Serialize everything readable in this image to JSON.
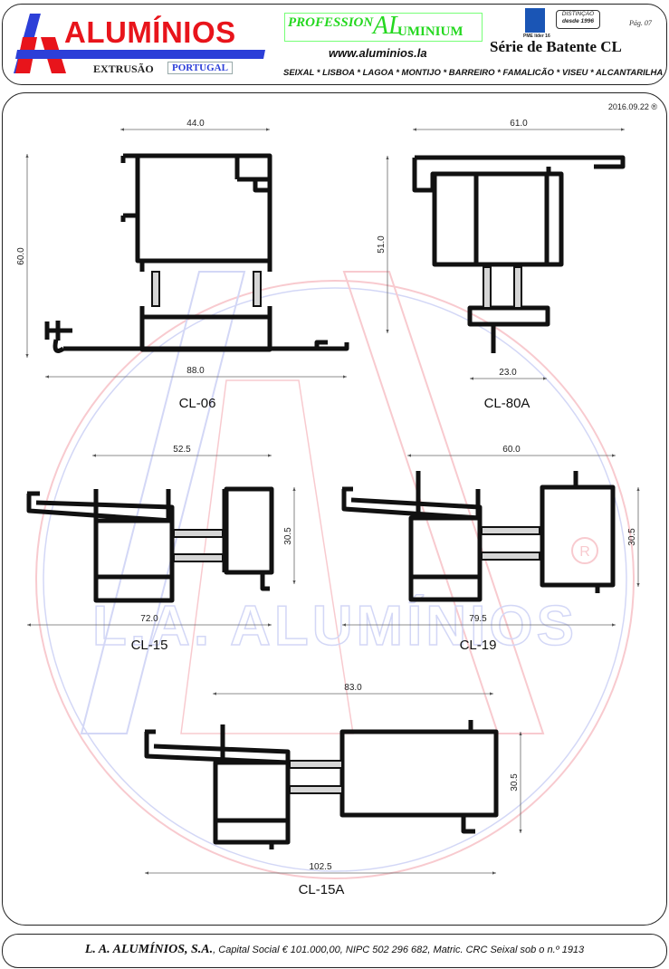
{
  "header": {
    "logo_word": "ALUMÍNIOS",
    "extrusao": "EXTRUSÃO",
    "portugal": "PORTUGAL",
    "profession_part1": "PROFESSION",
    "profession_part2": "AL",
    "profession_part3": "UMINIUM",
    "website": "www.aluminios.la",
    "series_title": "Série de Batente CL",
    "page": "Pág. 07",
    "pme_label": "PME líder 16",
    "distinction_line1": "DISTINÇÃO",
    "distinction_line2": "desde 1996",
    "locations": "SEIXAL * LISBOA * LAGOA * MONTIJO * BARREIRO * FAMALICÃO * VISEU * ALCANTARILHA"
  },
  "main": {
    "revision_date": "2016.09.22 ®",
    "watermark_text": "L.A. ALUMÍNIOS",
    "profiles": [
      {
        "code": "CL-06",
        "dims": [
          "44.0",
          "60.0",
          "88.0"
        ]
      },
      {
        "code": "CL-80A",
        "dims": [
          "61.0",
          "51.0",
          "23.0"
        ]
      },
      {
        "code": "CL-15",
        "dims": [
          "52.5",
          "30.5",
          "72.0"
        ]
      },
      {
        "code": "CL-19",
        "dims": [
          "60.0",
          "30.5",
          "79.5"
        ]
      },
      {
        "code": "CL-15A",
        "dims": [
          "83.0",
          "30.5",
          "102.5"
        ]
      }
    ]
  },
  "footer": {
    "company": "L. A. ALUMÍNIOS, S.A.",
    "details": ", Capital Social € 101.000,00, NIPC 502 296 682, Matric. CRC Seixal sob o n.º 1913"
  },
  "colors": {
    "brand_red": "#e8141b",
    "brand_blue": "#2c3fd8",
    "green": "#25d820"
  }
}
